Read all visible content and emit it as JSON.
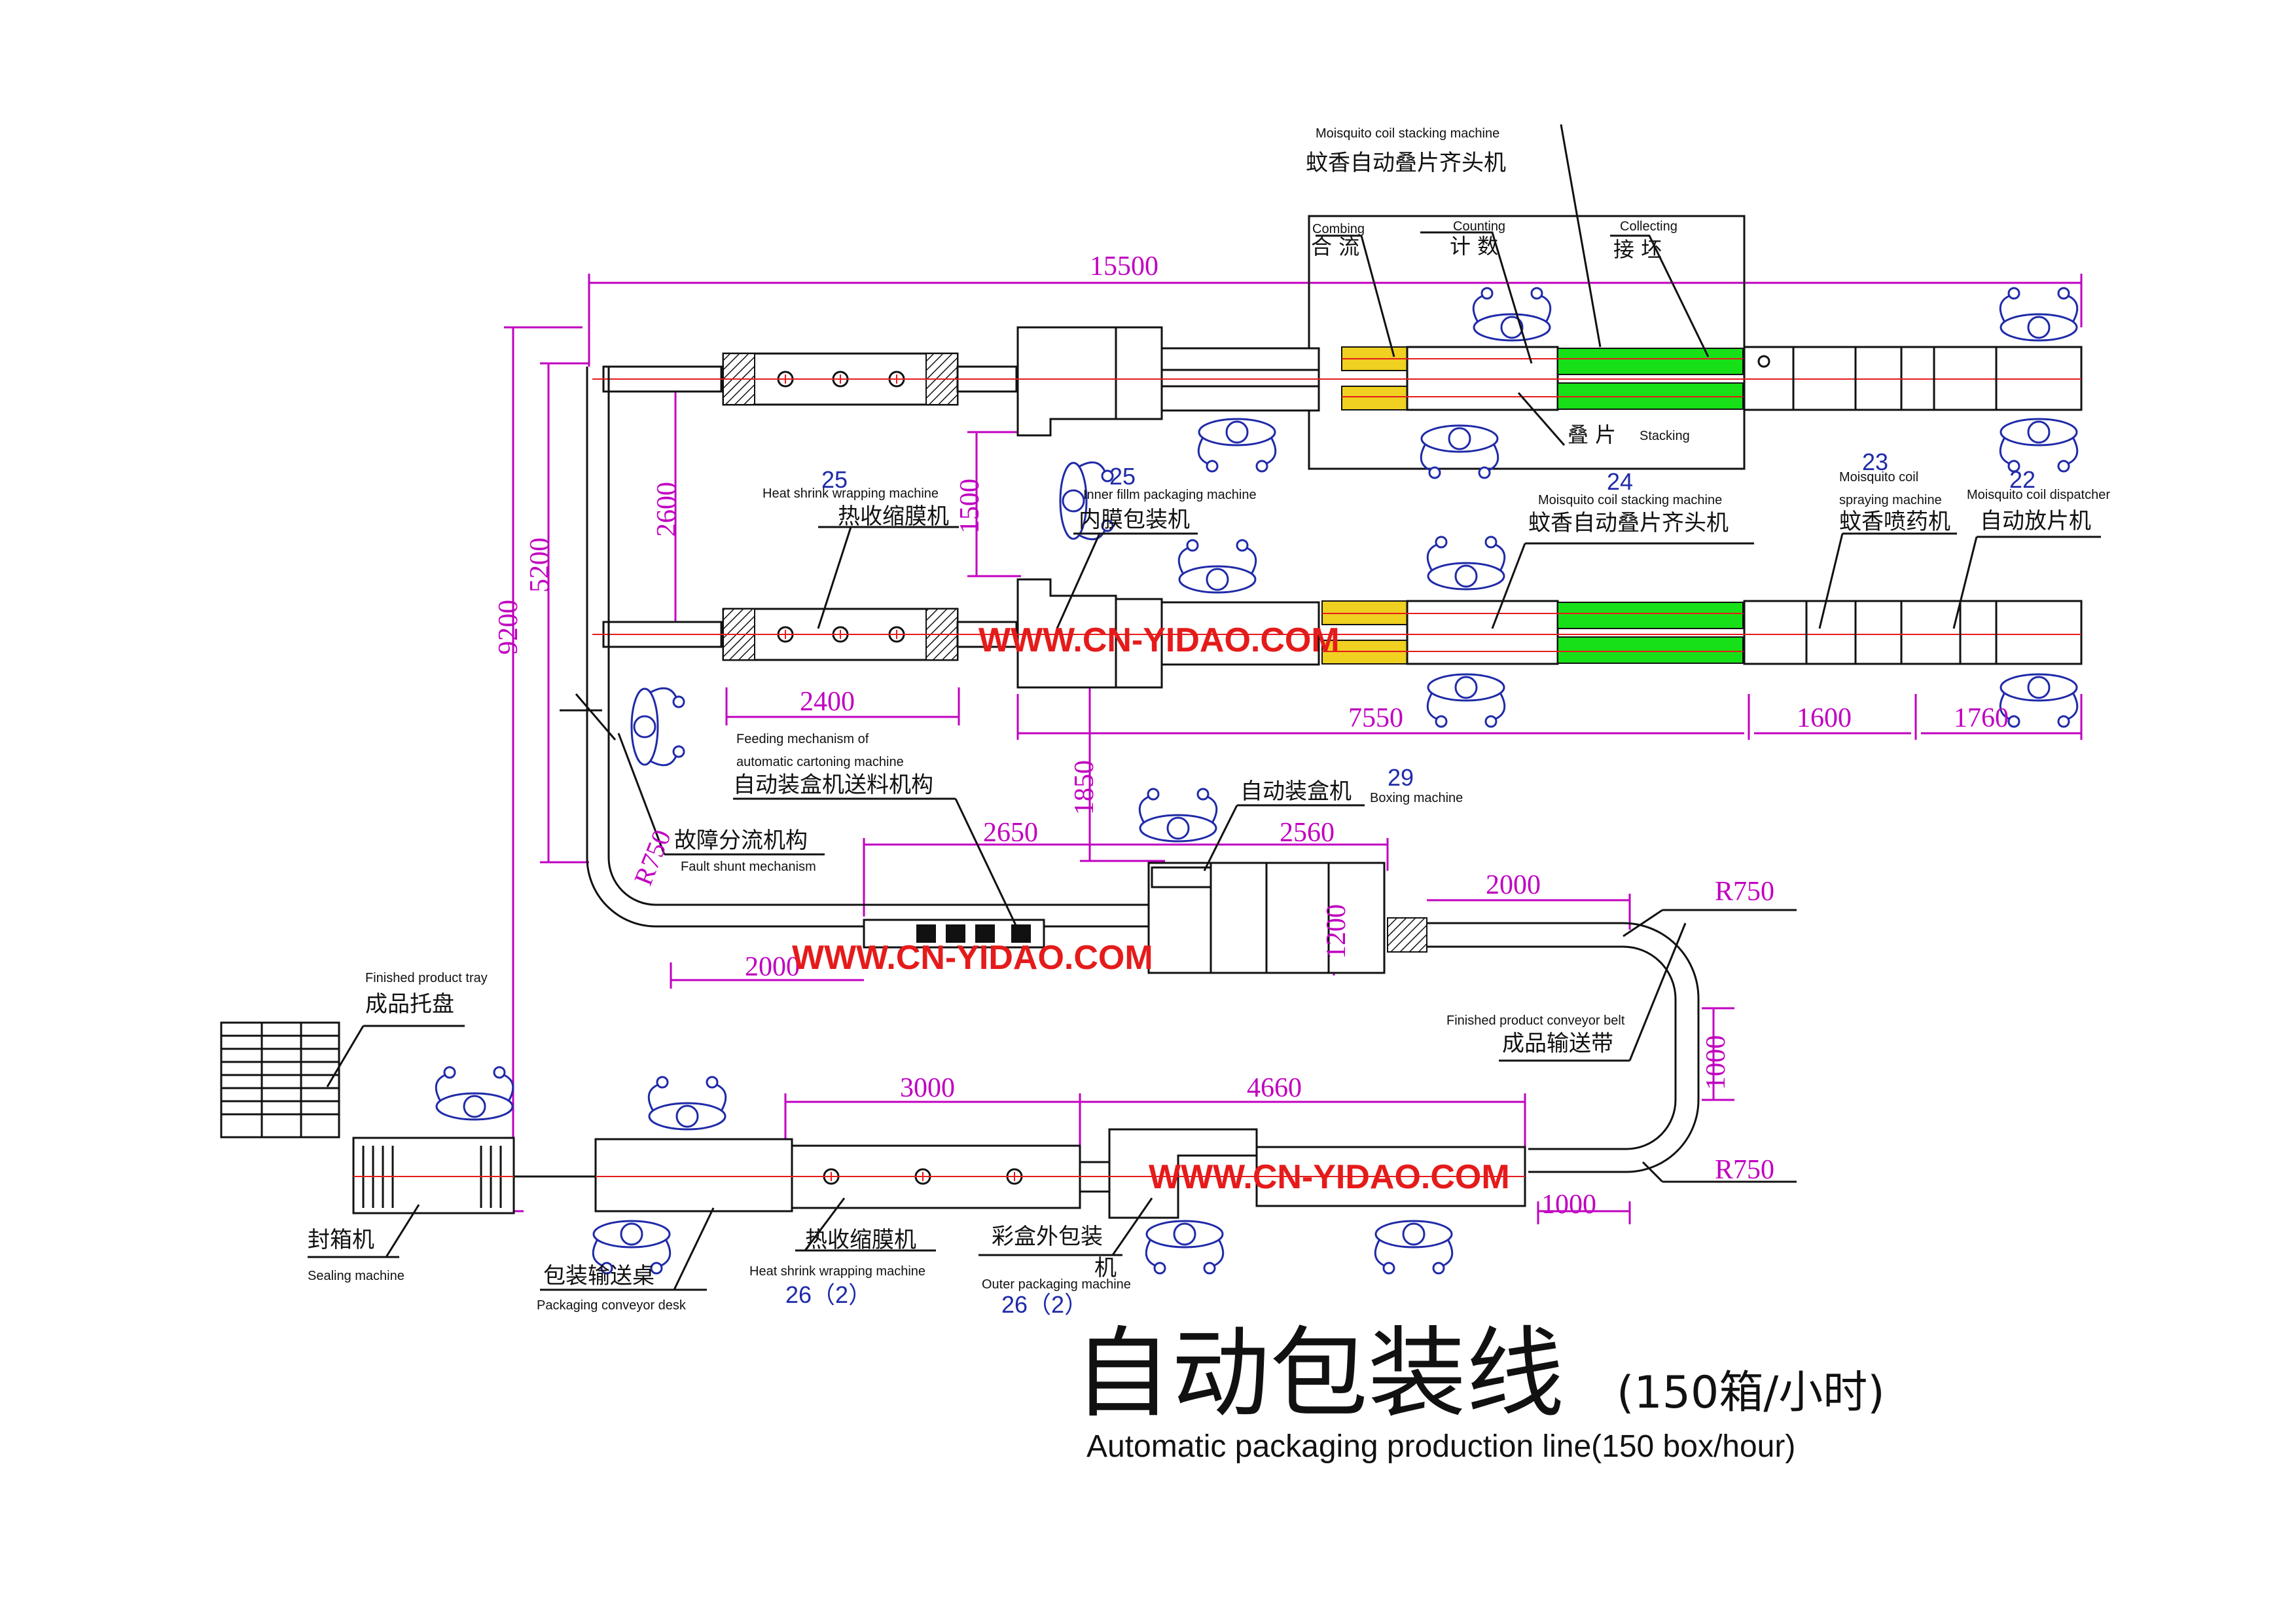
{
  "title": {
    "cn": "自动包装线",
    "cn_suffix": "(150箱/小时)",
    "en": "Automatic packaging production line(150 box/hour)"
  },
  "watermark": "WWW.CN-YIDAO.COM",
  "colors": {
    "dimension": "#c000c0",
    "label_number": "#1f2aa8",
    "watermark": "#e51b1b",
    "green_section": "#18e018",
    "yellow_section": "#f0d020"
  },
  "machines": {
    "stacking_top": {
      "en": "Moisquito coil stacking machine",
      "cn": "蚊香自动叠片齐头机"
    },
    "combing": {
      "en": "Combing",
      "cn": "合 流"
    },
    "counting": {
      "en": "Counting",
      "cn": "计 数"
    },
    "collecting": {
      "en": "Collecting",
      "cn": "接 坯"
    },
    "stacking": {
      "cn": "叠 片",
      "en": "Stacking"
    },
    "heat_shrink_top": {
      "num": "25",
      "en": "Heat shrink wrapping machine",
      "cn": "热收缩膜机"
    },
    "inner_film": {
      "num": "25",
      "en": "Inner fillm packaging machine",
      "cn": "内膜包装机"
    },
    "stacking_bottom": {
      "num": "24",
      "en": "Moisquito coil stacking machine",
      "cn": "蚊香自动叠片齐头机"
    },
    "spraying": {
      "num": "23",
      "en1": "Moisquito coil",
      "en2": "spraying machine",
      "cn": "蚊香喷药机"
    },
    "dispatcher": {
      "num": "22",
      "en": "Moisquito coil dispatcher",
      "cn": "自动放片机"
    },
    "feeding": {
      "en1": "Feeding mechanism of",
      "en2": "automatic cartoning machine",
      "cn": "自动装盒机送料机构"
    },
    "boxing": {
      "num": "29",
      "cn": "自动装盒机",
      "en": "Boxing machine"
    },
    "fault_shunt": {
      "cn": "故障分流机构",
      "en": "Fault shunt mechanism"
    },
    "finished_tray": {
      "en": "Finished product tray",
      "cn": "成品托盘"
    },
    "conveyor_belt": {
      "en": "Finished product conveyor belt",
      "cn": "成品输送带"
    },
    "sealing": {
      "cn": "封箱机",
      "en": "Sealing machine"
    },
    "conveyor_desk": {
      "cn": "包装输送桌",
      "en": "Packaging conveyor desk"
    },
    "heat_shrink_bottom": {
      "cn": "热收缩膜机",
      "en": "Heat shrink wrapping machine",
      "num": "26（2）"
    },
    "outer_packaging": {
      "cn1": "彩盒外包装",
      "cn2": "机",
      "en": "Outer packaging machine",
      "num": "26（2）"
    }
  },
  "dimensions": {
    "d15500": "15500",
    "d9200": "9200",
    "d5200": "5200",
    "d2600": "2600",
    "d1500": "1500",
    "d2400": "2400",
    "d7550": "7550",
    "d1600": "1600",
    "d1760": "1760",
    "d1850": "1850",
    "d2650": "2650",
    "d2560": "2560",
    "d1200": "1200",
    "d2000a": "2000",
    "d2000b": "2000",
    "r750a": "R750",
    "r750b": "R750",
    "r750c": "R750",
    "d1000a": "1000",
    "d1000b": "1000",
    "d3000": "3000",
    "d4660": "4660"
  }
}
